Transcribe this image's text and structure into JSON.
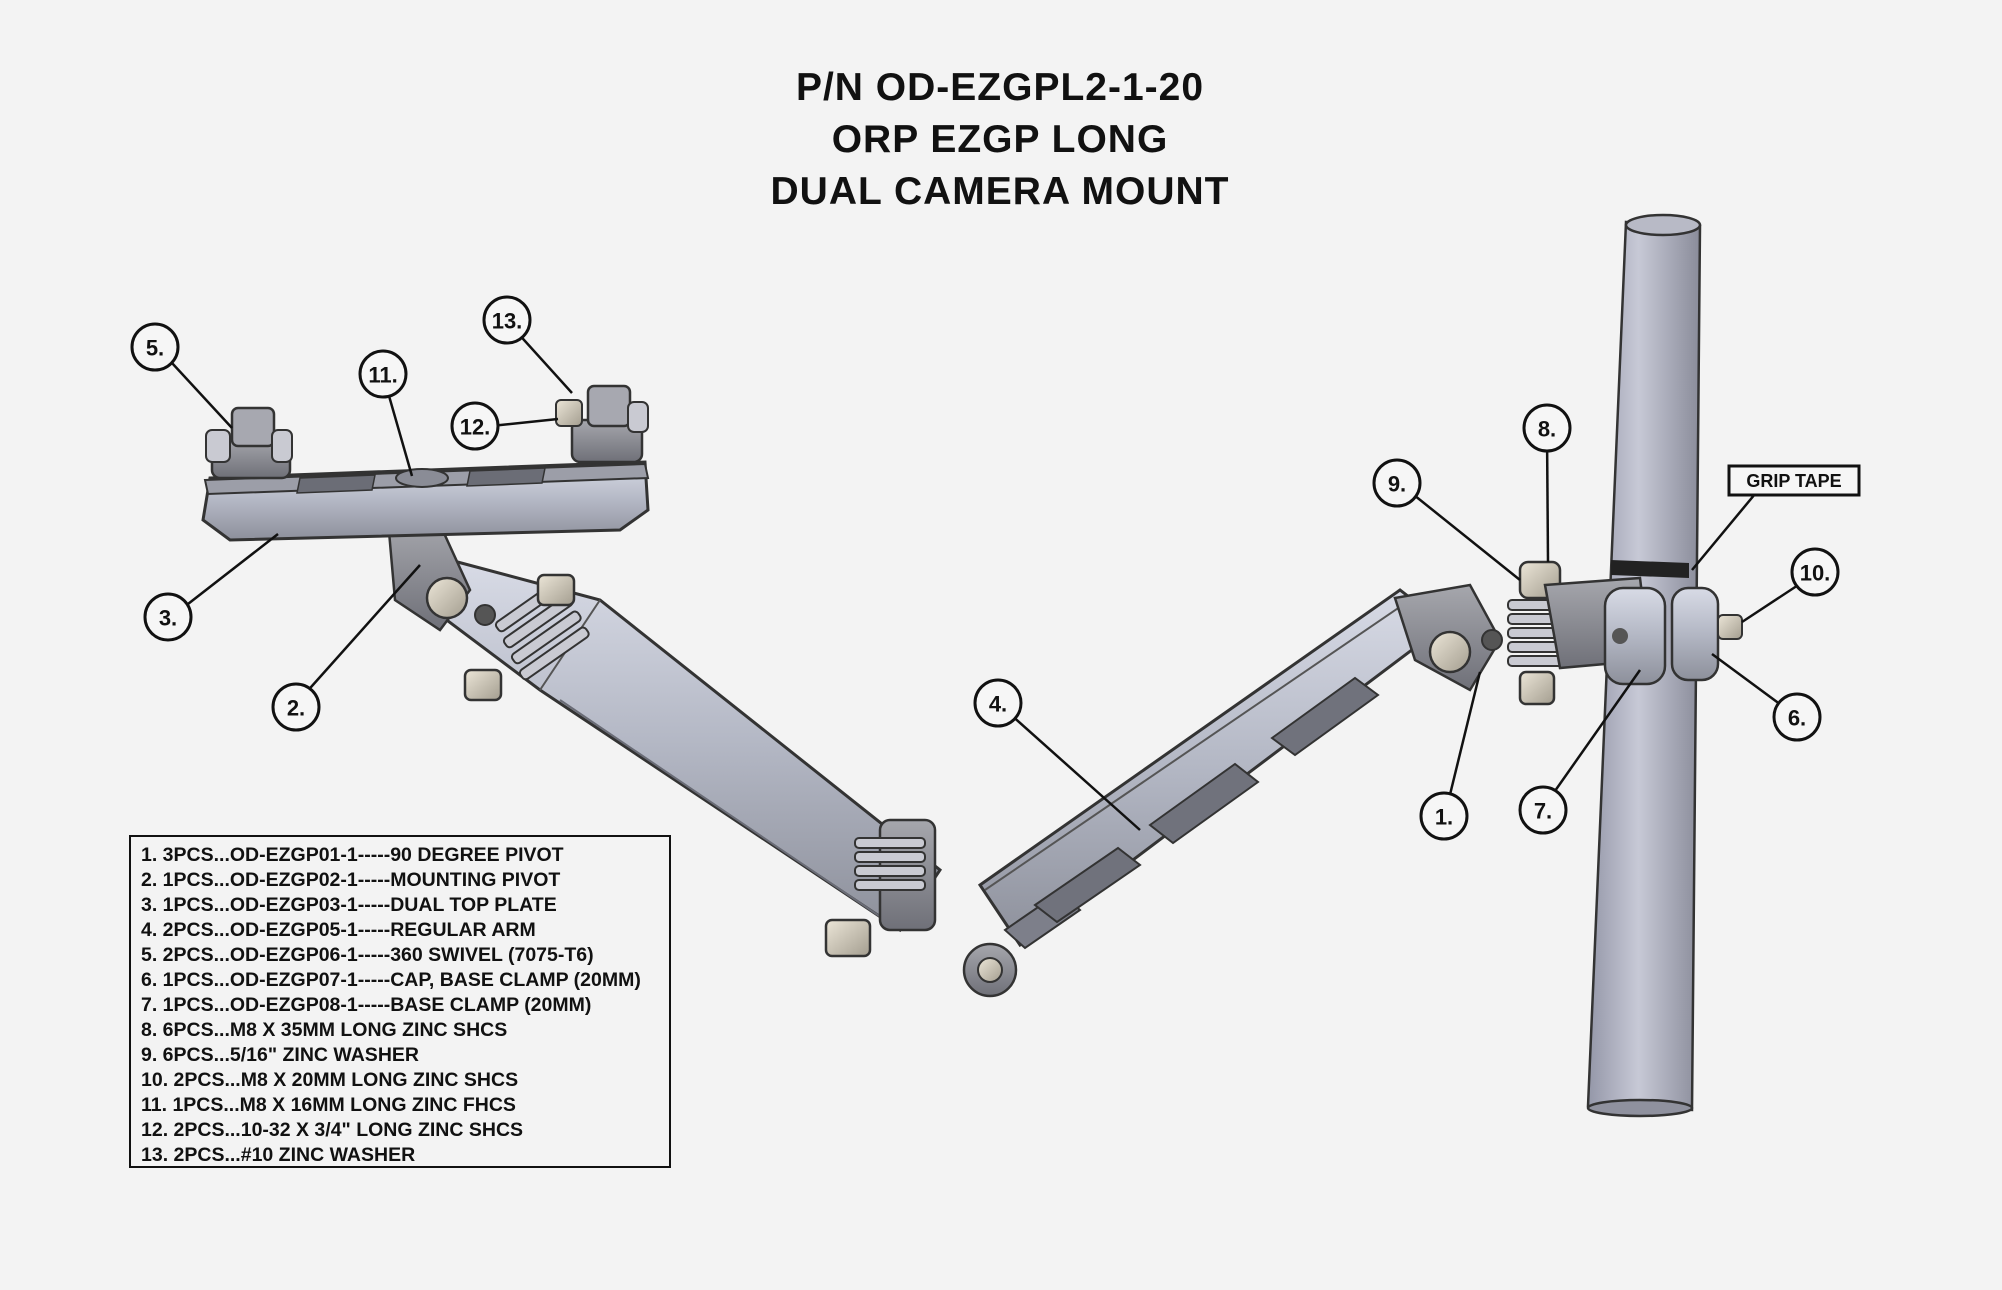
{
  "title": {
    "line1": "P/N OD-EZGPL2-1-20",
    "line2": "ORP EZGP LONG",
    "line3": "DUAL CAMERA MOUNT"
  },
  "callouts": [
    {
      "id": "5",
      "label": "5."
    },
    {
      "id": "13",
      "label": "13."
    },
    {
      "id": "11",
      "label": "11."
    },
    {
      "id": "12",
      "label": "12."
    },
    {
      "id": "3",
      "label": "3."
    },
    {
      "id": "2",
      "label": "2."
    },
    {
      "id": "4",
      "label": "4."
    },
    {
      "id": "8",
      "label": "8."
    },
    {
      "id": "9",
      "label": "9."
    },
    {
      "id": "10",
      "label": "10."
    },
    {
      "id": "6",
      "label": "6."
    },
    {
      "id": "7",
      "label": "7."
    },
    {
      "id": "1",
      "label": "1."
    }
  ],
  "grip_tape_label": "GRIP TAPE",
  "parts_list": [
    "1. 3PCS...OD-EZGP01-1-----90 DEGREE PIVOT",
    "2. 1PCS...OD-EZGP02-1-----MOUNTING PIVOT",
    "3. 1PCS...OD-EZGP03-1-----DUAL TOP PLATE",
    "4. 2PCS...OD-EZGP05-1-----REGULAR ARM",
    "5. 2PCS...OD-EZGP06-1-----360 SWIVEL (7075-T6)",
    "6. 1PCS...OD-EZGP07-1-----CAP, BASE CLAMP (20MM)",
    "7. 1PCS...OD-EZGP08-1-----BASE CLAMP (20MM)",
    "8. 6PCS...M8 X 35MM LONG ZINC SHCS",
    "9. 6PCS...5/16\" ZINC WASHER",
    "10. 2PCS...M8 X 20MM LONG ZINC SHCS",
    "11. 1PCS...M8 X 16MM LONG ZINC FHCS",
    "12. 2PCS...10-32 X 3/4\" LONG ZINC SHCS",
    "13. 2PCS...#10 ZINC WASHER"
  ]
}
